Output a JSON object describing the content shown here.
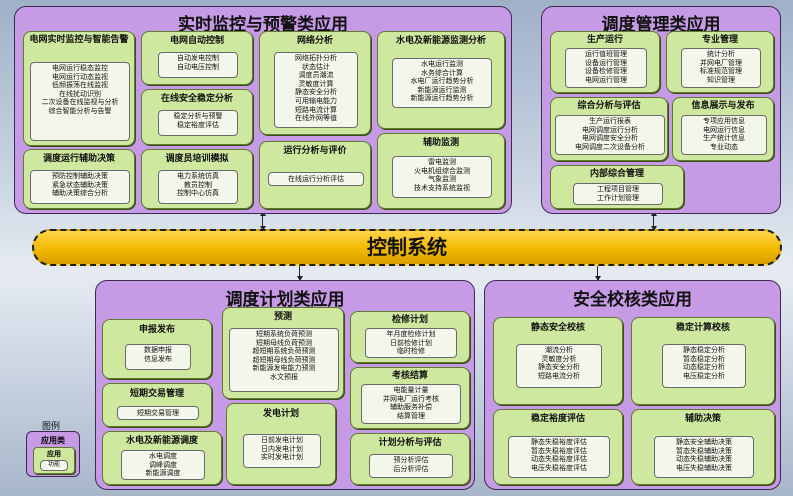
{
  "banner": {
    "title": "控制系统"
  },
  "realtime": {
    "title": "实时监控与预警类应用",
    "cards": [
      {
        "title": "电网实时监控与智能告警",
        "items": [
          "电网运行稳态监控",
          "电网运行动态监视",
          "低频振荡在线监视",
          "在线扰动识别",
          "二次设备在线监视与分析",
          "综合智能分析与告警"
        ]
      },
      {
        "title": "电网自动控制",
        "items": [
          "自动发电控制",
          "自动电压控制"
        ]
      },
      {
        "title": "网络分析",
        "items": [
          "网络拓扑分析",
          "状态估计",
          "调度员潮流",
          "灵敏度计算",
          "静态安全分析",
          "可用输电能力",
          "短路电流计算",
          "在线外网等值"
        ]
      },
      {
        "title": "水电及新能源监测分析",
        "items": [
          "水电运行监测",
          "水务综合计算",
          "水电厂运行趋势分析",
          "新能源运行监测",
          "新能源运行趋势分析"
        ]
      },
      {
        "title": "在线安全稳定分析",
        "items": [
          "稳定分析与预警",
          "稳定裕度评估"
        ]
      },
      {
        "title": "调度运行辅助决策",
        "items": [
          "预防控制辅助决策",
          "紧急状态辅助决策",
          "辅助决策综合分析"
        ]
      },
      {
        "title": "调度员培训模拟",
        "items": [
          "电力系统仿真",
          "教员控制",
          "控制中心仿真"
        ]
      },
      {
        "title": "运行分析与评价",
        "items": [
          "在线运行分析评估"
        ]
      },
      {
        "title": "辅助监测",
        "items": [
          "雷电监测",
          "火电机组综合监测",
          "气象监测",
          "技术支持系统监视"
        ]
      }
    ]
  },
  "dispatch_mgmt": {
    "title": "调度管理类应用",
    "cards": [
      {
        "title": "生产运行",
        "items": [
          "运行值班管理",
          "设备运行管理",
          "设备检修管理",
          "电网运行管理"
        ]
      },
      {
        "title": "专业管理",
        "items": [
          "统计分析",
          "并网电厂管理",
          "标准规范管理",
          "知识管理"
        ]
      },
      {
        "title": "综合分析与评估",
        "items": [
          "生产运行报表",
          "电网调度运行分析",
          "电网调度安全分析",
          "电网调度二次设备分析"
        ]
      },
      {
        "title": "信息展示与发布",
        "items": [
          "专项应用信息",
          "电网运行信息",
          "生产统计信息",
          "专业动态"
        ]
      },
      {
        "title": "内部综合管理",
        "items": [
          "工程项目管理",
          "工作计划管理"
        ]
      }
    ]
  },
  "schedule": {
    "title": "调度计划类应用",
    "cards": [
      {
        "title": "申报发布",
        "items": [
          "数据申报",
          "信息发布"
        ]
      },
      {
        "title": "预测",
        "items": [
          "短期系统负荷预测",
          "短期母线负荷预测",
          "超短期系统负荷预测",
          "超短期母线负荷预测",
          "新能源发电能力预测",
          "水文预报"
        ]
      },
      {
        "title": "检修计划",
        "items": [
          "年月度检修计划",
          "日前检修计划",
          "临时检修"
        ]
      },
      {
        "title": "短期交易管理",
        "items": [
          "短期交易管理"
        ]
      },
      {
        "title": "考核结算",
        "items": [
          "电能量计量",
          "并网电厂运行考核",
          "辅助服务补偿",
          "结算管理"
        ]
      },
      {
        "title": "发电计划",
        "items": [
          "日前发电计划",
          "日内发电计划",
          "实时发电计划"
        ]
      },
      {
        "title": "水电及新能源调度",
        "items": [
          "水电调度",
          "调峰调度",
          "新能源调度"
        ]
      },
      {
        "title": "计划分析与评估",
        "items": [
          "预分析评估",
          "后分析评估"
        ]
      }
    ]
  },
  "security": {
    "title": "安全校核类应用",
    "cards": [
      {
        "title": "静态安全校核",
        "items": [
          "潮流分析",
          "灵敏度分析",
          "静态安全分析",
          "短路电流分析"
        ]
      },
      {
        "title": "稳定计算校核",
        "items": [
          "静态稳定分析",
          "暂态稳定分析",
          "动态稳定分析",
          "电压稳定分析"
        ]
      },
      {
        "title": "稳定裕度评估",
        "items": [
          "静态失稳裕度评估",
          "暂态失稳裕度评估",
          "动态失稳裕度评估",
          "电压失稳裕度评估"
        ]
      },
      {
        "title": "辅助决策",
        "items": [
          "静态安全辅助决策",
          "暂态失稳辅助决策",
          "动态失稳辅助决策",
          "电压失稳辅助决策"
        ]
      }
    ]
  },
  "legend": {
    "title": "图例",
    "layer1": "应用类",
    "layer2": "应用",
    "layer3": "功能"
  }
}
